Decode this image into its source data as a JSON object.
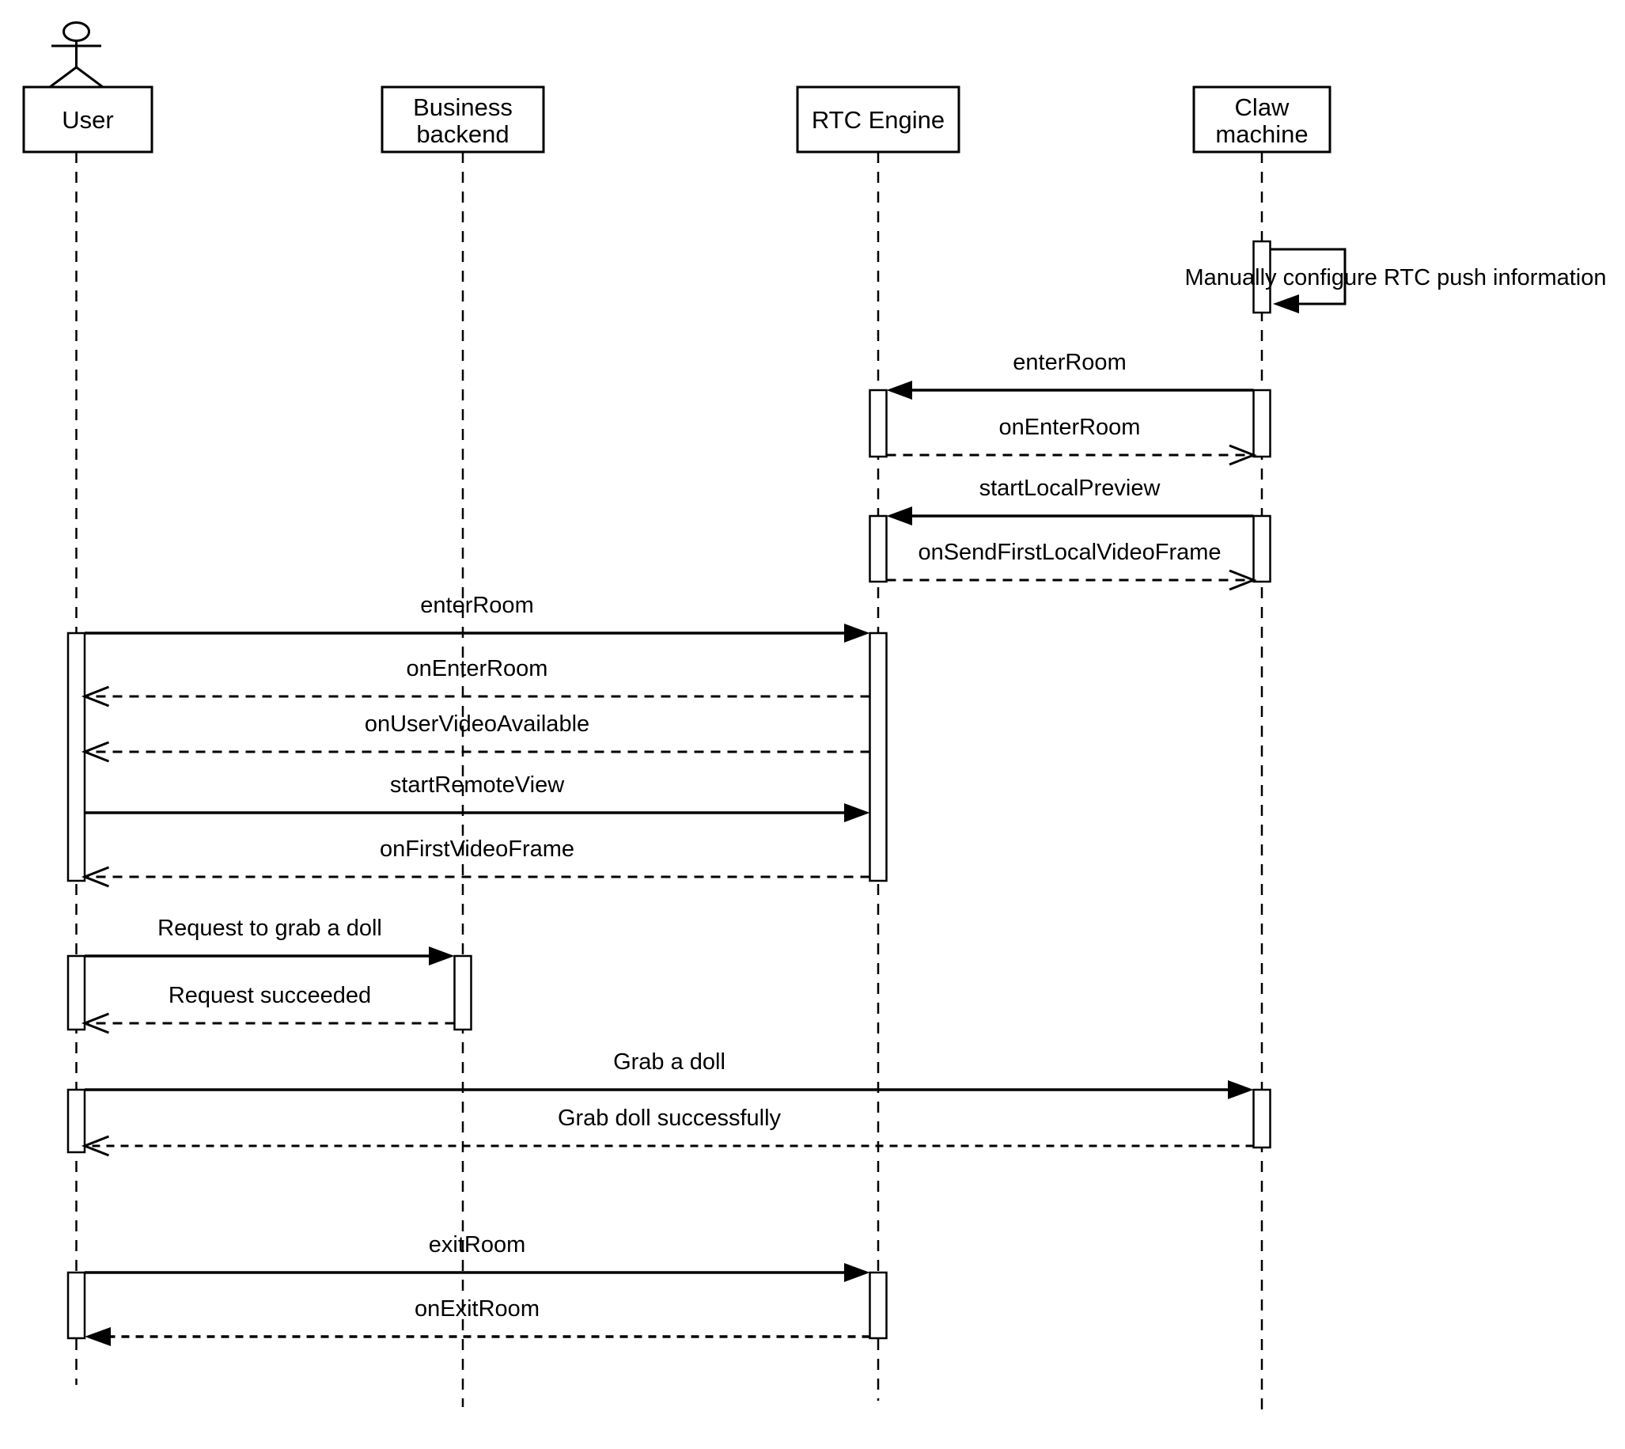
{
  "diagram": {
    "title": "Claw machine RTC sequence diagram",
    "colors": {
      "line": "#000000",
      "background": "#ffffff",
      "text": "#000000",
      "activation_fill": "#ffffff"
    },
    "icons": {
      "user_actor": "actor-stick-figure-icon"
    },
    "participants": [
      {
        "name": "User",
        "type": "actor",
        "lines": [
          "User"
        ]
      },
      {
        "name": "Business backend",
        "type": "box",
        "lines": [
          "Business",
          "backend"
        ]
      },
      {
        "name": "RTC Engine",
        "type": "box",
        "lines": [
          "RTC Engine"
        ]
      },
      {
        "name": "Claw machine",
        "type": "box",
        "lines": [
          "Claw",
          "machine"
        ]
      }
    ],
    "messages": [
      {
        "label": "Manually configure RTC push information",
        "from": "Claw machine",
        "to": "Claw machine",
        "style": "self-solid"
      },
      {
        "label": "enterRoom",
        "from": "Claw machine",
        "to": "RTC Engine",
        "style": "solid"
      },
      {
        "label": "onEnterRoom",
        "from": "RTC Engine",
        "to": "Claw machine",
        "style": "dashed-return"
      },
      {
        "label": "startLocalPreview",
        "from": "Claw machine",
        "to": "RTC Engine",
        "style": "solid"
      },
      {
        "label": "onSendFirstLocalVideoFrame",
        "from": "RTC Engine",
        "to": "Claw machine",
        "style": "dashed-return"
      },
      {
        "label": "enterRoom",
        "from": "User",
        "to": "RTC Engine",
        "style": "solid"
      },
      {
        "label": "onEnterRoom",
        "from": "RTC Engine",
        "to": "User",
        "style": "dashed-return"
      },
      {
        "label": "onUserVideoAvailable",
        "from": "RTC Engine",
        "to": "User",
        "style": "dashed-return"
      },
      {
        "label": "startRemoteView",
        "from": "User",
        "to": "RTC Engine",
        "style": "solid"
      },
      {
        "label": "onFirstVideoFrame",
        "from": "RTC Engine",
        "to": "User",
        "style": "dashed-return"
      },
      {
        "label": "Request to grab a doll",
        "from": "User",
        "to": "Business backend",
        "style": "solid"
      },
      {
        "label": "Request succeeded",
        "from": "Business backend",
        "to": "User",
        "style": "dashed-return"
      },
      {
        "label": "Grab a doll",
        "from": "User",
        "to": "Claw machine",
        "style": "solid"
      },
      {
        "label": "Grab doll successfully",
        "from": "Claw machine",
        "to": "User",
        "style": "dashed-return"
      },
      {
        "label": "exitRoom",
        "from": "User",
        "to": "RTC Engine",
        "style": "solid"
      },
      {
        "label": "onExitRoom",
        "from": "RTC Engine",
        "to": "User",
        "style": "dashed-return-filled"
      }
    ]
  }
}
